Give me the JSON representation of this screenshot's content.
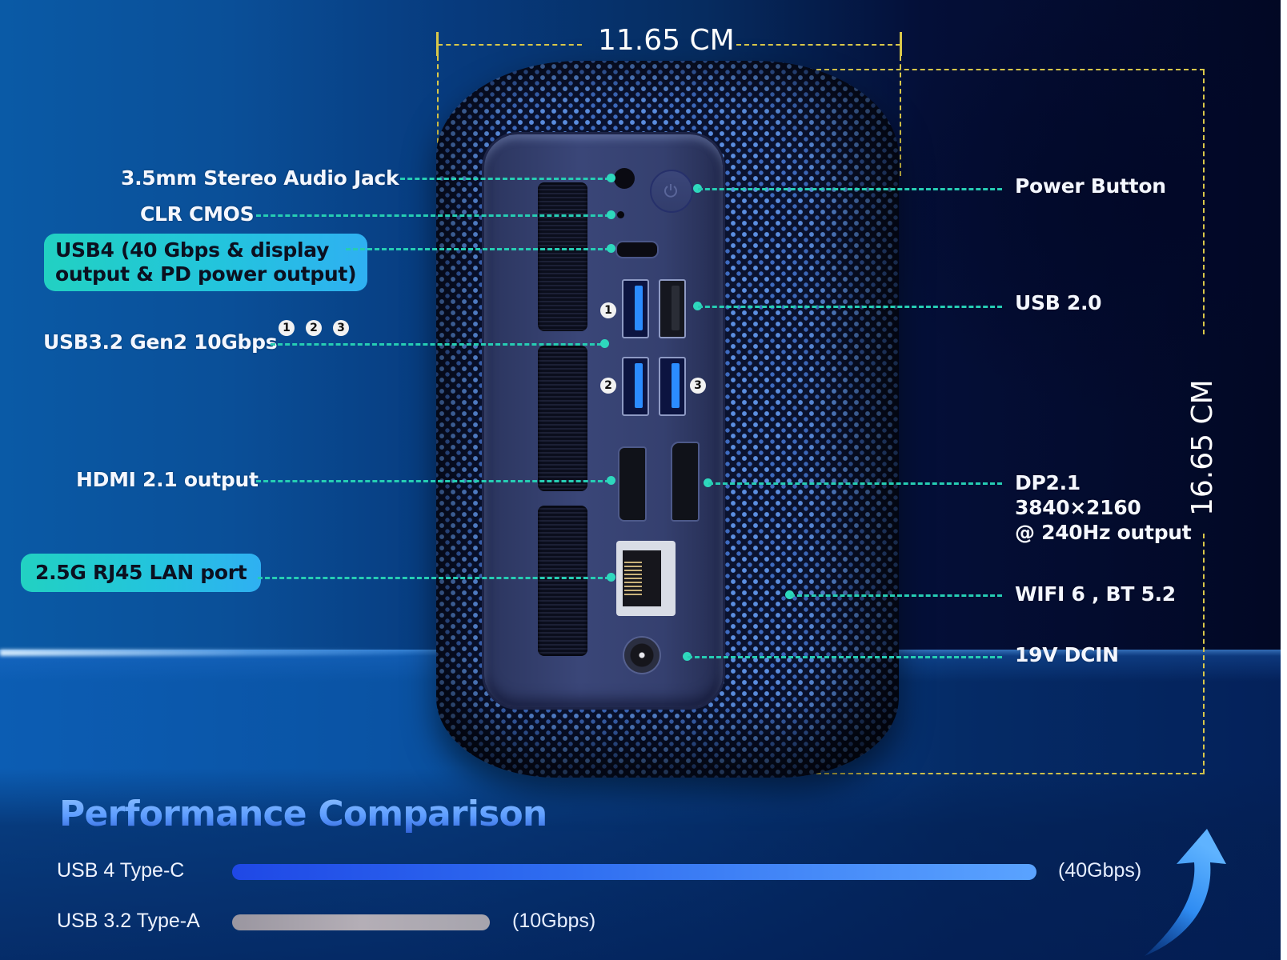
{
  "dimensions": {
    "width_label": "11.65 CM",
    "height_label": "16.65 CM"
  },
  "left_callouts": {
    "audio_jack": "3.5mm Stereo Audio Jack",
    "clr_cmos": "CLR CMOS",
    "usb4_line1": "USB4 (40 Gbps & display",
    "usb4_line2": "output & PD power output)",
    "usb32": "USB3.2 Gen2 10Gbps",
    "usb32_badges": [
      "1",
      "2",
      "3"
    ],
    "hdmi": "HDMI 2.1 output",
    "lan": "2.5G RJ45 LAN port"
  },
  "right_callouts": {
    "power_button": "Power Button",
    "usb20": "USB 2.0",
    "dp_line1": "DP2.1",
    "dp_line2": "3840×2160",
    "dp_line3": "@ 240Hz output",
    "wireless": "WIFI 6 , BT 5.2",
    "dcin": "19V DCIN"
  },
  "port_badges": [
    "1",
    "2",
    "3"
  ],
  "performance": {
    "title": "Performance Comparison",
    "rows": [
      {
        "label": "USB 4 Type-C",
        "value": "(40Gbps)"
      },
      {
        "label": "USB 3.2 Type-A",
        "value": "(10Gbps)"
      }
    ]
  },
  "colors": {
    "leader": "#26cdb3",
    "dimension": "#d9c84a",
    "pill": "#23c4dd",
    "usb4_bar": "#2e6cf0",
    "usb32_bar": "#b4aeb6"
  },
  "chart_data": {
    "type": "bar",
    "title": "Performance Comparison",
    "categories": [
      "USB 4 Type-C",
      "USB 3.2 Type-A"
    ],
    "values": [
      40,
      10
    ],
    "unit": "Gbps",
    "value_labels": [
      "(40Gbps)",
      "(10Gbps)"
    ],
    "orientation": "horizontal",
    "xlabel": "",
    "ylabel": ""
  }
}
